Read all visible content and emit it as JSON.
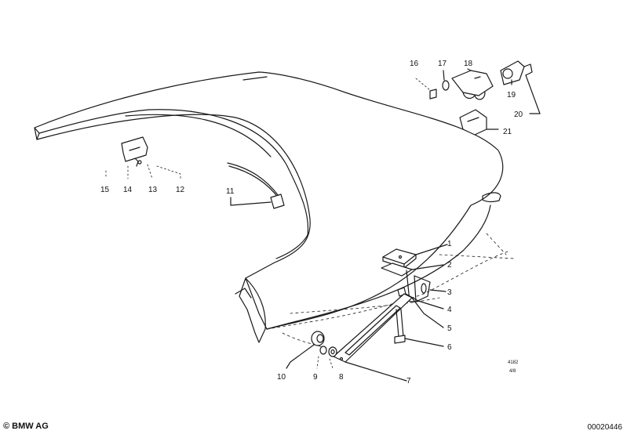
{
  "parts": [
    {
      "num": "1"
    },
    {
      "num": "2"
    },
    {
      "num": "3"
    },
    {
      "num": "4"
    },
    {
      "num": "5"
    },
    {
      "num": "6"
    },
    {
      "num": "7"
    },
    {
      "num": "8"
    },
    {
      "num": "9"
    },
    {
      "num": "10"
    },
    {
      "num": "11"
    },
    {
      "num": "12"
    },
    {
      "num": "13"
    },
    {
      "num": "14"
    },
    {
      "num": "15"
    },
    {
      "num": "16"
    },
    {
      "num": "17"
    },
    {
      "num": "18"
    },
    {
      "num": "19"
    },
    {
      "num": "20"
    },
    {
      "num": "21"
    }
  ],
  "drawing_ref": {
    "line1": "4182",
    "line2": "4/8"
  },
  "footer": {
    "copyright": "© BMW AG",
    "image_number": "00020446"
  },
  "colors": {
    "line": "#1a1a1a",
    "fill": "#ffffff"
  }
}
